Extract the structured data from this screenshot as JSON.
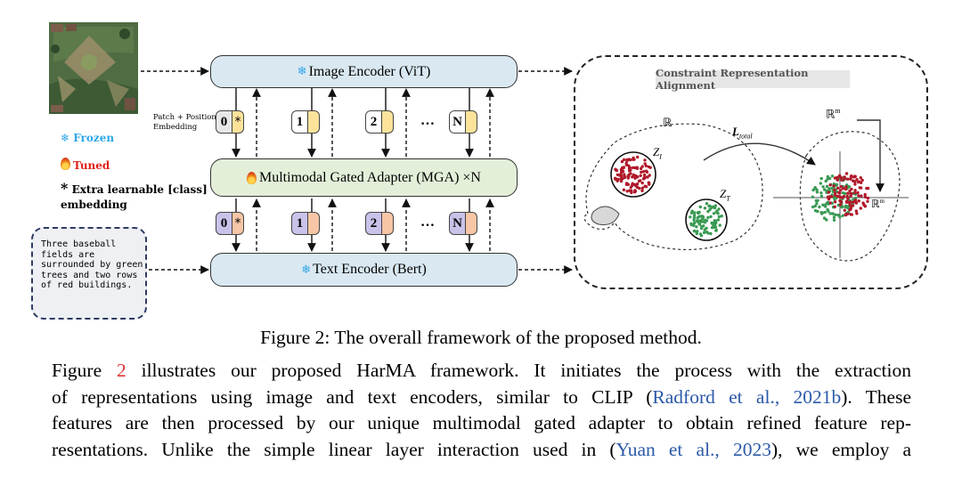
{
  "diagram": {
    "image_encoder_label": "Image Encoder (ViT)",
    "mga_label": "Multimodal Gated Adapter (MGA) ×N",
    "text_encoder_label": "Text Encoder (Bert)",
    "patch_label_line1": "Patch + Position",
    "patch_label_line2": "Embedding",
    "image_tokens": [
      "0",
      "1",
      "2",
      "N"
    ],
    "text_tokens": [
      "0",
      "1",
      "2",
      "N"
    ],
    "ellipsis": "…",
    "star": "*",
    "caption_text": "Three baseball\nfields are\nsurrounded by green\ntrees and two rows\nof red buildings.",
    "legend": {
      "frozen": "Frozen",
      "tuned": "Tuned",
      "star_line1": "Extra learnable [class]",
      "star_line2": "embedding"
    },
    "panel": {
      "title": "Constraint Representation Alignment",
      "space_label": "ℝ",
      "space_m_label": "ℝ",
      "space_m_sup": "m",
      "loss_label": "L",
      "loss_sub": "total",
      "zi_label": "Z",
      "zi_sub": "I",
      "zt_label": "Z",
      "zt_sub": "T"
    },
    "colors": {
      "encoder": "#d9e8f1",
      "adapter": "#e3efd9",
      "image_token": "#fde39a",
      "text_token": "#f6c6a6",
      "zero_image_token": "#e8e8e8",
      "zero_text_token": "#c9c3ea",
      "red_cluster": "#b0182a",
      "green_cluster": "#3a9a54",
      "frozen_icon": "#2fa6e8",
      "tuned_text": "#e0211b"
    }
  },
  "figure_caption": "Figure 2: The overall framework of the proposed method.",
  "paragraph": {
    "l1_a": "Figure ",
    "l1_num": "2",
    "l1_b": " illustrates our proposed HarMA framework.  It initiates the process with the extraction",
    "l2_a": "of representations using image and text encoders, similar to CLIP (",
    "l2_ref": "Radford et al., 2021b",
    "l2_b": ").  These",
    "l3": "features are then processed by our unique multimodal gated adapter to obtain refined feature rep-",
    "l4_a": "resentations.  Unlike the simple linear layer interaction used in (",
    "l4_ref": "Yuan et al., 2023",
    "l4_b": "), we employ a"
  }
}
